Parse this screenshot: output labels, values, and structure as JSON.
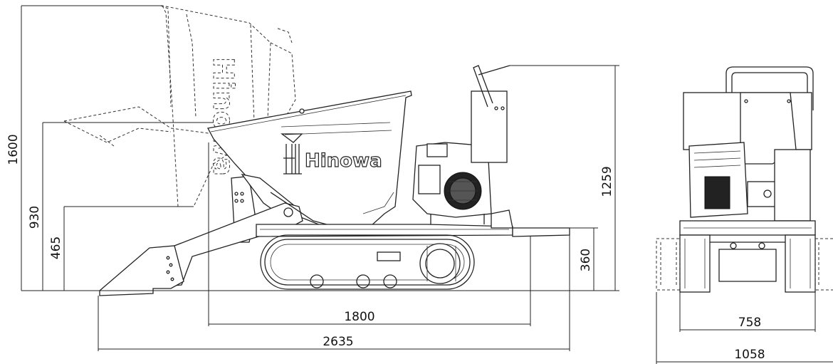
{
  "brand": {
    "logo_text": "Hinowa"
  },
  "dimensions": {
    "height_raised": "1600",
    "dump_height": "930",
    "height_465": "465",
    "height_1259": "1259",
    "height_360": "360",
    "track_length": "1800",
    "overall_length": "2635",
    "track_width": "758",
    "overall_width": "1058"
  }
}
